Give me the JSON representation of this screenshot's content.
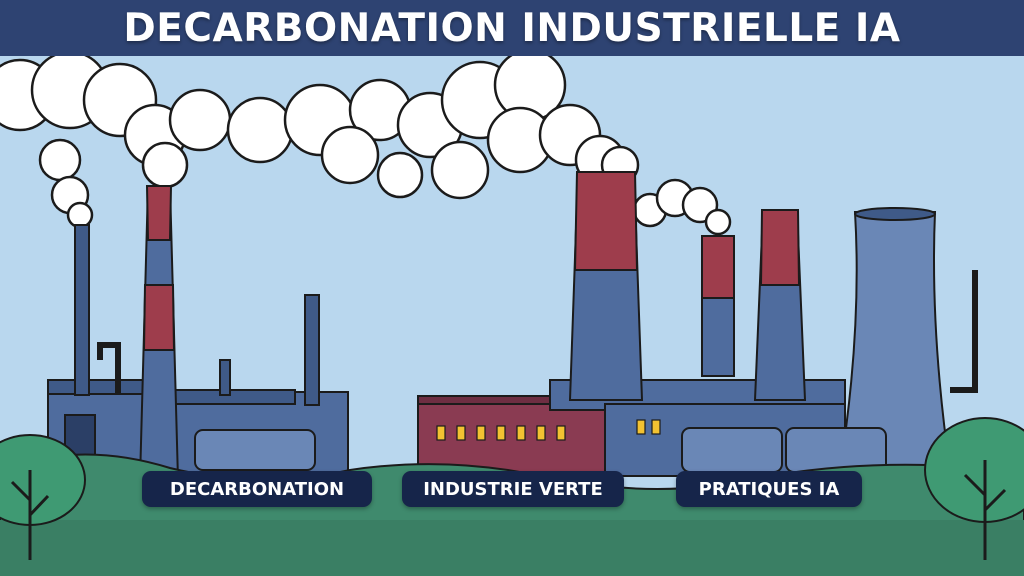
{
  "banner": {
    "title": "DECARBONATION INDUSTRIELLE IA"
  },
  "tags": [
    {
      "label": "DECARBONATION"
    },
    {
      "label": "INDUSTRIE VERTE"
    },
    {
      "label": "PRATIQUES IA"
    }
  ],
  "colors": {
    "sky": "#b9d7ee",
    "banner": "#2e4372",
    "pill": "#16254a",
    "chimney_red": "#9e3d4c",
    "building_blue": "#4f6c9e",
    "factory_maroon": "#8a3b52",
    "window_yellow": "#f2c232",
    "ground_green": "#3f8a6d",
    "smoke": "#ffffff"
  }
}
